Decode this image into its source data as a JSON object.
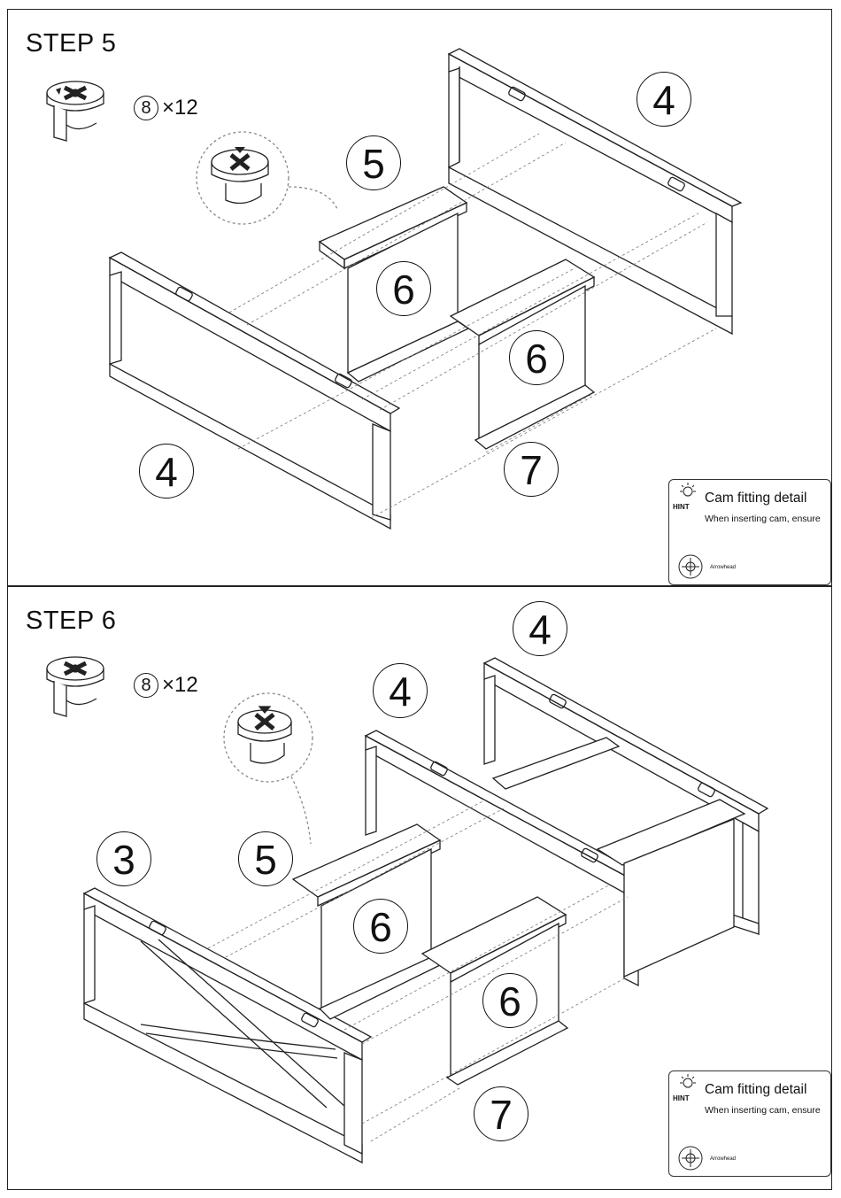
{
  "step5": {
    "title": "STEP 5",
    "hardware": {
      "icon": "cam-lock-icon",
      "part_number": "8",
      "quantity": "×12"
    },
    "labels": {
      "frame_right": "4",
      "frame_left": "4",
      "top_board": "5",
      "cabinet_left": "6",
      "cabinet_right": "6",
      "bottom_board": "7"
    },
    "hint": {
      "icon": "lightbulb-icon",
      "hint_word": "HINT",
      "title": "Cam fitting detail",
      "text": "When inserting cam, ensure",
      "arrow_label": "Arrowhead"
    }
  },
  "step6": {
    "title": "STEP 6",
    "hardware": {
      "icon": "cam-lock-icon",
      "part_number": "8",
      "quantity": "×12"
    },
    "labels": {
      "frame_back": "4",
      "frame_middle": "4",
      "front_panel": "3",
      "top_board": "5",
      "cabinet_left": "6",
      "cabinet_right": "6",
      "bottom_board": "7"
    },
    "hint": {
      "icon": "lightbulb-icon",
      "hint_word": "HINT",
      "title": "Cam fitting detail",
      "text": "When inserting cam, ensure",
      "arrow_label": "Arrowhead"
    }
  }
}
